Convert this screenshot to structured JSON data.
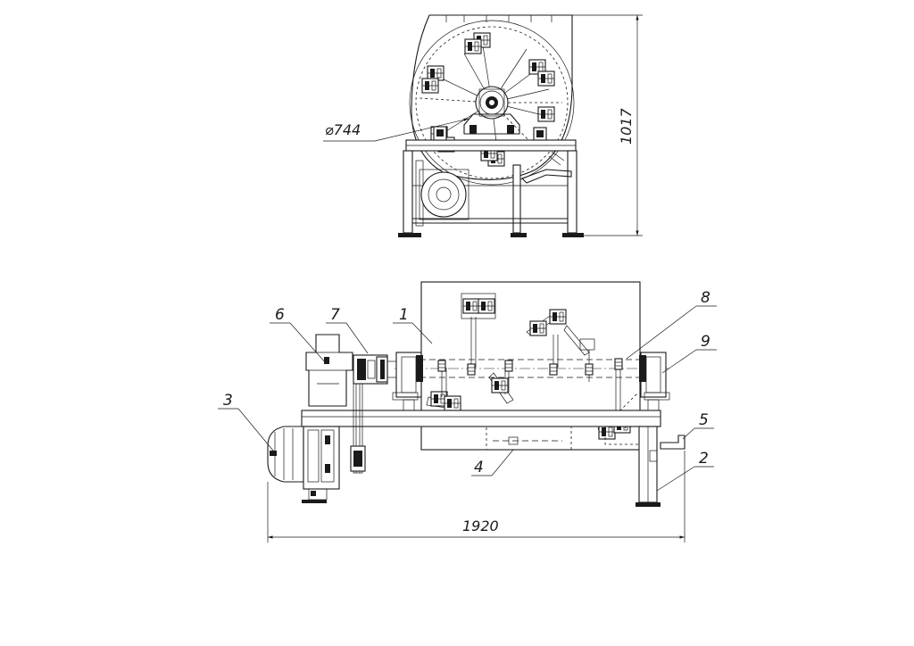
{
  "dimensions": {
    "height": "1017",
    "width": "1920",
    "drum_diameter": "⌀744"
  },
  "part_labels": [
    "1",
    "2",
    "3",
    "4",
    "5",
    "6",
    "7",
    "8",
    "9"
  ],
  "colors": {
    "line": "#1a1a1a",
    "background": "#ffffff"
  }
}
